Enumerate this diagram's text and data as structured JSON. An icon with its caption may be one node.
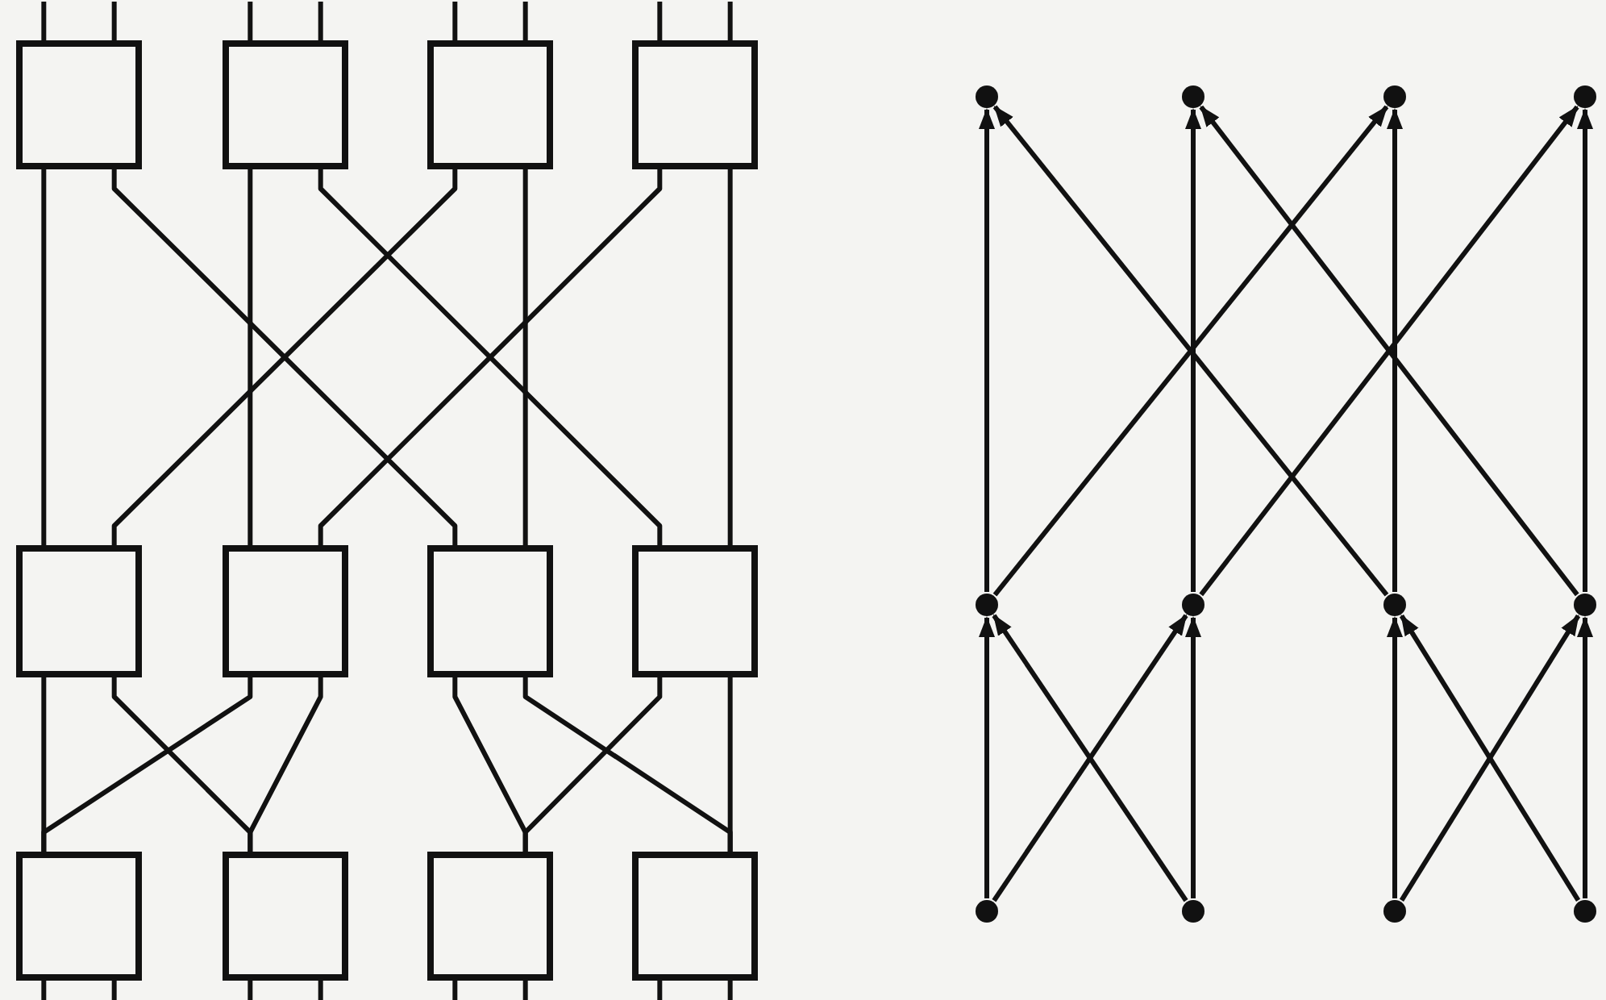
{
  "diagram": {
    "nodes": [
      {
        "text": [],
        "shape": "box"
      },
      {
        "text": [],
        "shape": "box"
      },
      {
        "text": [],
        "shape": "box"
      },
      {
        "text": [],
        "shape": "box"
      },
      {
        "text": [],
        "shape": "box"
      },
      {
        "text": [],
        "shape": "box"
      },
      {
        "text": [],
        "shape": "box"
      },
      {
        "text": [],
        "shape": "box"
      },
      {
        "text": [],
        "shape": "box"
      },
      {
        "text": [],
        "shape": "box"
      },
      {
        "text": [],
        "shape": "box"
      },
      {
        "text": [],
        "shape": "box"
      },
      {
        "text": [],
        "shape": "circle"
      },
      {
        "text": [],
        "shape": "circle"
      },
      {
        "text": [],
        "shape": "circle"
      },
      {
        "text": [],
        "shape": "circle"
      },
      {
        "text": [],
        "shape": "circle"
      },
      {
        "text": [],
        "shape": "circle"
      },
      {
        "text": [],
        "shape": "circle"
      },
      {
        "text": [],
        "shape": "circle"
      },
      {
        "text": [],
        "shape": "circle"
      },
      {
        "text": [],
        "shape": "circle"
      },
      {
        "text": [],
        "shape": "circle"
      },
      {
        "text": [],
        "shape": "circle"
      }
    ],
    "edges": [
      {
        "from": null,
        "to": 0,
        "arrow": "none"
      },
      {
        "from": null,
        "to": 0,
        "arrow": "none"
      },
      {
        "from": null,
        "to": 1,
        "arrow": "none"
      },
      {
        "from": null,
        "to": 1,
        "arrow": "none"
      },
      {
        "from": null,
        "to": 2,
        "arrow": "none"
      },
      {
        "from": null,
        "to": 2,
        "arrow": "none"
      },
      {
        "from": null,
        "to": 3,
        "arrow": "none"
      },
      {
        "from": null,
        "to": 3,
        "arrow": "none"
      },
      {
        "from": 0,
        "to": 4,
        "arrow": "none"
      },
      {
        "from": 0,
        "to": 6,
        "arrow": "none"
      },
      {
        "from": 1,
        "to": 5,
        "arrow": "none"
      },
      {
        "from": 1,
        "to": 7,
        "arrow": "none"
      },
      {
        "from": 2,
        "to": 4,
        "arrow": "none"
      },
      {
        "from": 2,
        "to": 6,
        "arrow": "none"
      },
      {
        "from": 3,
        "to": 5,
        "arrow": "none"
      },
      {
        "from": 3,
        "to": 7,
        "arrow": "none"
      },
      {
        "from": 4,
        "to": 8,
        "arrow": "none"
      },
      {
        "from": 4,
        "to": 9,
        "arrow": "none"
      },
      {
        "from": 5,
        "to": 8,
        "arrow": "none"
      },
      {
        "from": 5,
        "to": 9,
        "arrow": "none"
      },
      {
        "from": 6,
        "to": 10,
        "arrow": "none"
      },
      {
        "from": 6,
        "to": 11,
        "arrow": "none"
      },
      {
        "from": 7,
        "to": 10,
        "arrow": "none"
      },
      {
        "from": 7,
        "to": 11,
        "arrow": "none"
      },
      {
        "from": 8,
        "to": null,
        "arrow": "none"
      },
      {
        "from": 8,
        "to": null,
        "arrow": "none"
      },
      {
        "from": 9,
        "to": null,
        "arrow": "none"
      },
      {
        "from": 9,
        "to": null,
        "arrow": "none"
      },
      {
        "from": 10,
        "to": null,
        "arrow": "none"
      },
      {
        "from": 10,
        "to": null,
        "arrow": "none"
      },
      {
        "from": 11,
        "to": null,
        "arrow": "none"
      },
      {
        "from": 11,
        "to": null,
        "arrow": "none"
      },
      {
        "from": 20,
        "to": 16,
        "arrow": "to"
      },
      {
        "from": 20,
        "to": 17,
        "arrow": "to"
      },
      {
        "from": 21,
        "to": 16,
        "arrow": "to"
      },
      {
        "from": 21,
        "to": 17,
        "arrow": "to"
      },
      {
        "from": 22,
        "to": 18,
        "arrow": "to"
      },
      {
        "from": 22,
        "to": 19,
        "arrow": "to"
      },
      {
        "from": 23,
        "to": 18,
        "arrow": "to"
      },
      {
        "from": 23,
        "to": 19,
        "arrow": "to"
      },
      {
        "from": 16,
        "to": 12,
        "arrow": "to"
      },
      {
        "from": 16,
        "to": 14,
        "arrow": "to"
      },
      {
        "from": 17,
        "to": 13,
        "arrow": "to"
      },
      {
        "from": 17,
        "to": 15,
        "arrow": "to"
      },
      {
        "from": 18,
        "to": 12,
        "arrow": "to"
      },
      {
        "from": 18,
        "to": 14,
        "arrow": "to"
      },
      {
        "from": 19,
        "to": 13,
        "arrow": "to"
      },
      {
        "from": 19,
        "to": 15,
        "arrow": "to"
      }
    ]
  }
}
